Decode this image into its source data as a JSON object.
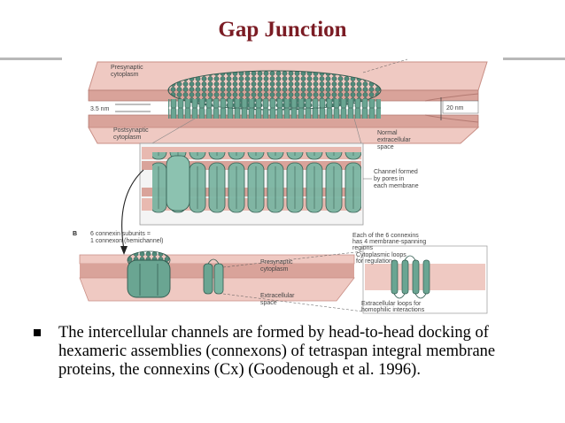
{
  "slide": {
    "title": "Gap Junction",
    "bullet": "The intercellular channels are formed by head-to-head docking of hexameric assemblies (connexons) of tetraspan integral membrane proteins, the connexins (Cx) (Goodenough et al. 1996)."
  },
  "figure": {
    "labels": {
      "presynaptic_top": "Presynaptic",
      "cytoplasm_top": "cytoplasm",
      "gap_small": "3.5 nm",
      "gap_large": "20 nm",
      "postsynaptic": "Postsynaptic",
      "cytoplasm_post": "cytoplasm",
      "normal_1": "Normal",
      "normal_2": "extracellular",
      "normal_3": "space",
      "channel_1": "Channel formed",
      "channel_2": "by pores in",
      "channel_3": "each membrane",
      "panel_b": "B",
      "connexin_1": "6 connexin subunits =",
      "connexin_2": "1 connexon (hemichannel)",
      "each_1": "Each of the 6 connexins",
      "each_2": "has 4 membrane-spanning",
      "each_3": "regions",
      "cyto_loops_1": "Cytoplasmic loops",
      "cyto_loops_2": "for regulation",
      "presyn_b1": "Presynaptic",
      "presyn_b2": "cytoplasm",
      "extra_1": "Extracellular",
      "extra_2": "space",
      "extra_loops_1": "Extracellular loops for",
      "extra_loops_2": "homophilic interactions"
    },
    "colors": {
      "membrane_pink": "#e8b9b0",
      "membrane_dark": "#c98f86",
      "channel_green": "#6aa592",
      "channel_dark": "#3f7566",
      "title_red": "#7b1c24"
    }
  }
}
